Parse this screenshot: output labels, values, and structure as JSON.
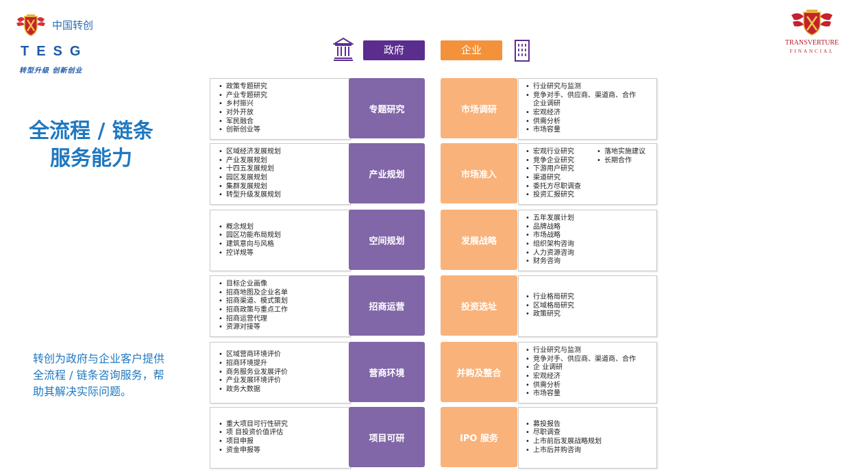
{
  "logo_left": {
    "cn": "中国转创",
    "en": "TESG",
    "slogan": "转型升级 创新创业"
  },
  "logo_right": {
    "name": "TRANSVERTURE",
    "sub": "FINANCIAL"
  },
  "header": {
    "gov": "政府",
    "biz": "企业"
  },
  "title": [
    "全流程 / 链条",
    "服务能力"
  ],
  "description": "转创为政府与企业客户提供全流程 / 链条咨询服务，帮助其解决实际问题。",
  "colors": {
    "purple_dark": "#5b2d8e",
    "purple_card": "#8166a8",
    "orange_dark": "#f3923a",
    "orange_card": "#f9b27a",
    "blue": "#1f78c1",
    "red": "#b01e2c"
  },
  "rows": [
    {
      "gov_items": [
        "政策专题研究",
        "产业专题研究",
        "乡村振兴",
        "对外开放",
        "军民融合",
        "创新创业等"
      ],
      "gov_label": "专题研究",
      "biz_label": "市场调研",
      "biz_items": [
        "行业研究与监测",
        "竞争对手、供应商、渠道商、合作",
        "企业调研",
        "宏观经济",
        "供需分析",
        "市场容量"
      ]
    },
    {
      "gov_items": [
        "区域经济发展规划",
        "产业发展规划",
        "十四五发展规划",
        "园区发展规划",
        "集群发展规划",
        "转型升级发展规划"
      ],
      "gov_label": "产业规划",
      "biz_label": "市场准入",
      "biz_items": [
        "宏观行业研究",
        "竞争企业研究",
        "下游用户研究",
        "渠道研究",
        "委托方尽职调查",
        "投资汇报研究"
      ],
      "biz_items_extra": [
        "落地实施建议",
        "长期合作"
      ]
    },
    {
      "gov_items": [
        "概念规划",
        "园区功能布局规划",
        "建筑意向与风格",
        "控详规等"
      ],
      "gov_label": "空间规划",
      "biz_label": "发展战略",
      "biz_items": [
        "五年发展计划",
        "品牌战略",
        "市场战略",
        "组织架构咨询",
        "人力资源咨询",
        "财务咨询"
      ]
    },
    {
      "gov_items": [
        "目标企业画像",
        "招商地图及企业名单",
        "招商渠道、模式策划",
        "招商政策与重点工作",
        "招商运营代理",
        "资源对接等"
      ],
      "gov_label": "招商运营",
      "biz_label": "投资选址",
      "biz_items": [
        "行业格局研究",
        "区域格局研究",
        "政策研究"
      ]
    },
    {
      "gov_items": [
        "区域营商环境评价",
        "招商环境提升",
        "商务服务业发展评价",
        "产业发展环境评价",
        "政务大数据"
      ],
      "gov_label": "营商环境",
      "biz_label": "并购及整合",
      "biz_items": [
        "行业研究与监测",
        "竞争对手、供应商、渠道商、合作",
        "企 业调研",
        "宏观经济",
        "供需分析",
        "市场容量"
      ]
    },
    {
      "gov_items": [
        "重大项目可行性研究",
        "项 目投资价值评估",
        "项目申报",
        "资金申报等"
      ],
      "gov_label": "项目可研",
      "biz_label": "IPO 服务",
      "biz_items": [
        "募投报告",
        "尽职调查",
        "上市前后发展战略规划",
        "上市后并购咨询"
      ]
    }
  ]
}
